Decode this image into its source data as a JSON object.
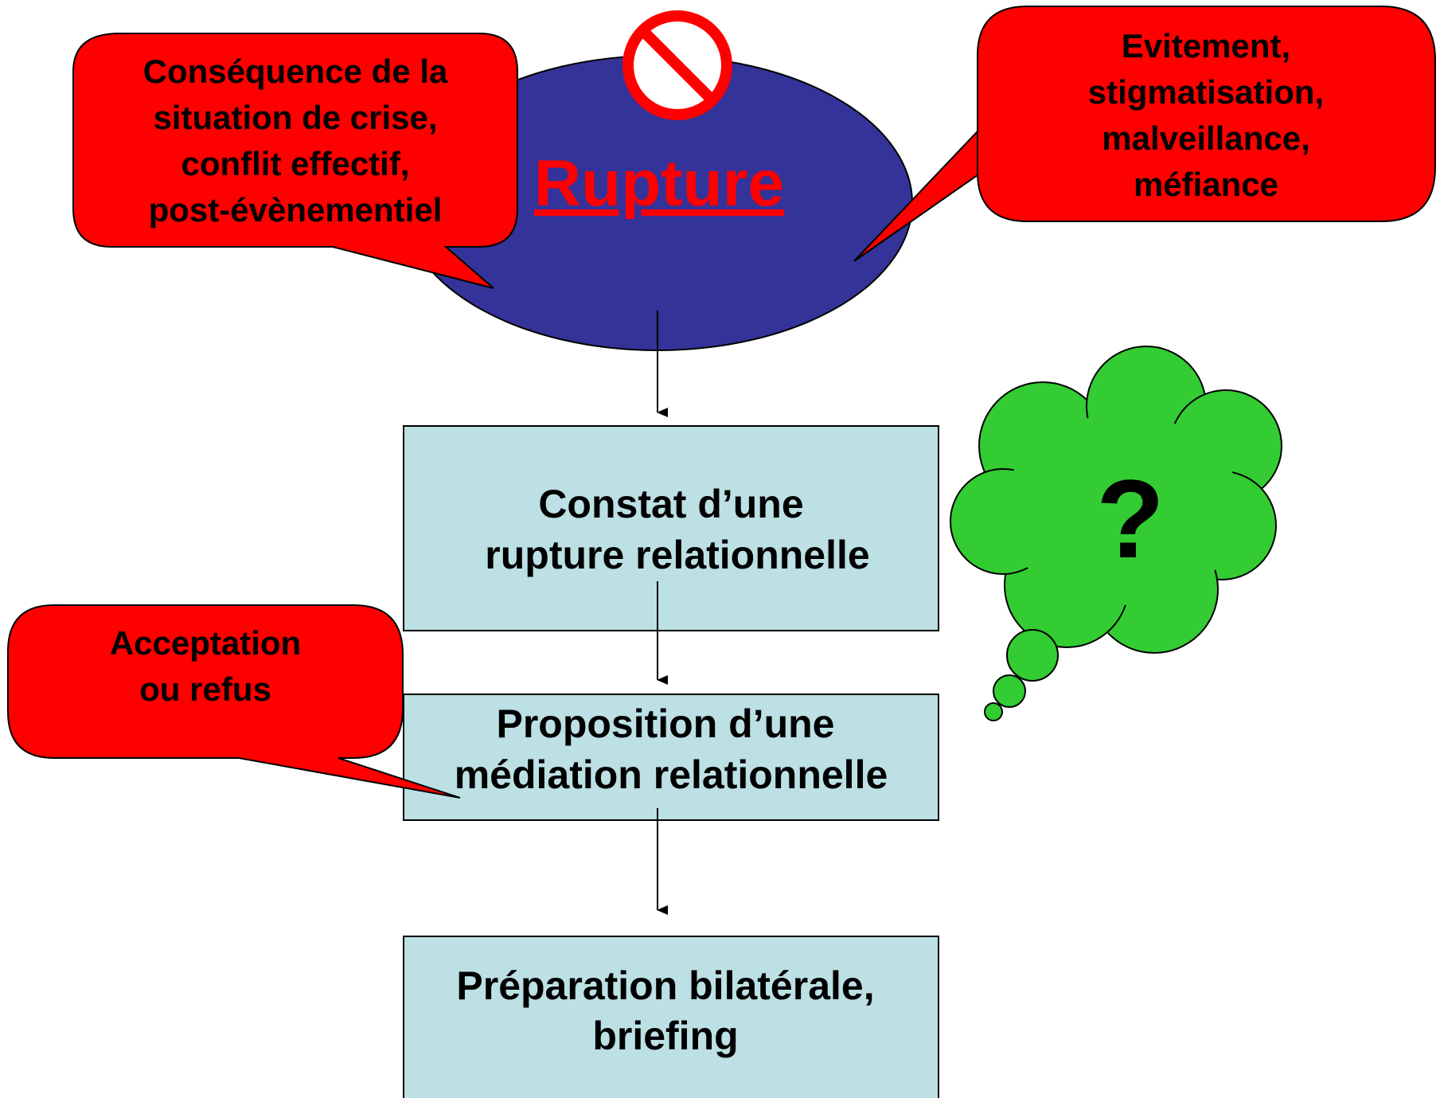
{
  "diagram": {
    "rupture": {
      "label": "Rupture",
      "fill_color": "#333399",
      "forbidden_icon": "no-entry-icon"
    },
    "callouts": {
      "consequence": {
        "lines": [
          "Conséquence de la",
          "situation de crise,",
          "conflit effectif,",
          "post-évènementiel"
        ]
      },
      "evitement": {
        "lines": [
          "Evitement,",
          "stigmatisation,",
          "malveillance,",
          "méfiance"
        ]
      },
      "acceptation": {
        "lines": [
          "Acceptation",
          "ou refus"
        ]
      },
      "color": "#ff0000"
    },
    "steps": [
      {
        "lines": [
          "Constat d’une",
          "rupture relationnelle"
        ]
      },
      {
        "lines": [
          "Proposition d’une",
          "médiation relationnelle"
        ]
      },
      {
        "lines": [
          "Préparation bilatérale,",
          "briefing"
        ]
      }
    ],
    "step_color": "#bce0e4",
    "thought_cloud": {
      "label": "?",
      "color": "#33cc33"
    }
  }
}
